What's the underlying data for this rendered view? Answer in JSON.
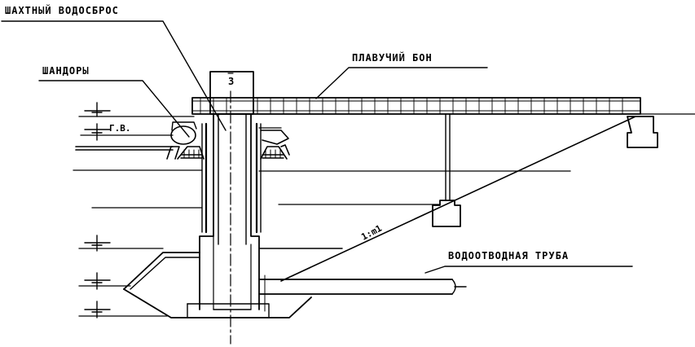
{
  "labels": {
    "shaft_spillway": "ШАХТНЫЙ ВОДОСБРОС",
    "stoplogs": "ШАНДОРЫ",
    "floating_boom": "ПЛАВУЧИЙ БОН",
    "water_level": "Г.В.",
    "slope": "1:m1",
    "drain_pipe": "ВОДООТВОДНАЯ ТРУБА",
    "shaft_mark": "3"
  }
}
